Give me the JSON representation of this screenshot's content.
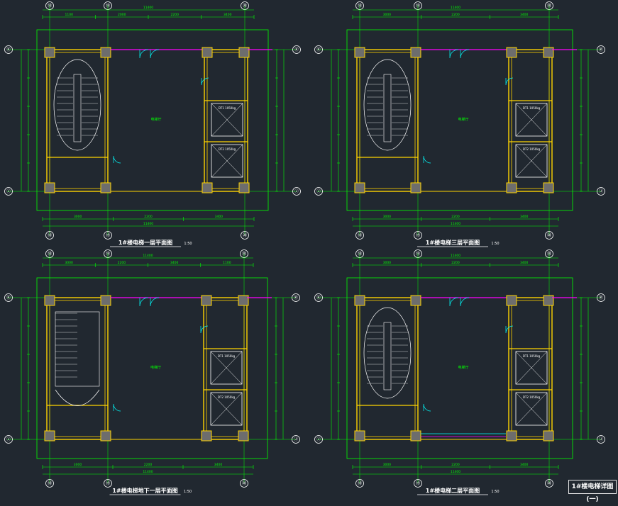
{
  "drawing_title": "1#楼电梯详图(一)",
  "colors": {
    "background": "#212830",
    "dimension": "#00ff00",
    "wall": "#ffd400",
    "column": "#c8c8c8",
    "grid": "#ffffff",
    "door": "#00ffff",
    "annotation": "#00ff00",
    "window": "#ff00ff",
    "stair": "#ffffff"
  },
  "plans": [
    {
      "title": "1#楼电梯一层平面图",
      "scale": "1:50",
      "grid_top": [
        "⑱",
        "⑲",
        "⑳"
      ],
      "grid_side": [
        "Ⓚ",
        "Ⓙ"
      ],
      "total_dim": "11400",
      "top_dims": [
        "1100",
        "2000",
        "2200",
        "3400"
      ],
      "bottom_dims": [
        "3000",
        "2200",
        "3400"
      ],
      "room_label": "电梯厅",
      "lift_labels": [
        "DT1 1050kg",
        "DT2 1050kg"
      ],
      "stair_type": "ellipse",
      "has_lower_band": false
    },
    {
      "title": "1#楼电梯三层平面图",
      "scale": "1:50",
      "grid_top": [
        "⑱",
        "⑲",
        "⑳"
      ],
      "grid_side": [
        "Ⓚ",
        "Ⓙ"
      ],
      "total_dim": "11400",
      "top_dims": [
        "3000",
        "2200",
        "3400"
      ],
      "bottom_dims": [
        "3000",
        "2200",
        "3400"
      ],
      "room_label": "电梯厅",
      "lift_labels": [
        "DT1 1050kg",
        "DT2 1050kg"
      ],
      "stair_type": "ellipse",
      "has_lower_band": false
    },
    {
      "title": "1#楼电梯地下一层平面图",
      "scale": "1:50",
      "grid_top": [
        "⑱",
        "⑲",
        "⑳"
      ],
      "grid_side": [
        "Ⓚ",
        "Ⓙ"
      ],
      "total_dim": "11400",
      "top_dims": [
        "3000",
        "2200",
        "3400",
        "1100"
      ],
      "bottom_dims": [
        "3000",
        "2200",
        "3400"
      ],
      "room_label": "电梯厅",
      "lift_labels": [
        "DT1 1050kg",
        "DT2 1050kg"
      ],
      "stair_type": "half",
      "has_lower_band": false
    },
    {
      "title": "1#楼电梯二层平面图",
      "scale": "1:50",
      "grid_top": [
        "⑱",
        "⑲",
        "⑳"
      ],
      "grid_side": [
        "Ⓚ",
        "Ⓙ"
      ],
      "total_dim": "11400",
      "top_dims": [
        "3000",
        "2200",
        "3400"
      ],
      "bottom_dims": [
        "3000",
        "2200",
        "3400"
      ],
      "room_label": "电梯厅",
      "lift_labels": [
        "DT1 1050kg",
        "DT2 1050kg"
      ],
      "stair_type": "ellipse",
      "has_lower_band": true
    }
  ]
}
